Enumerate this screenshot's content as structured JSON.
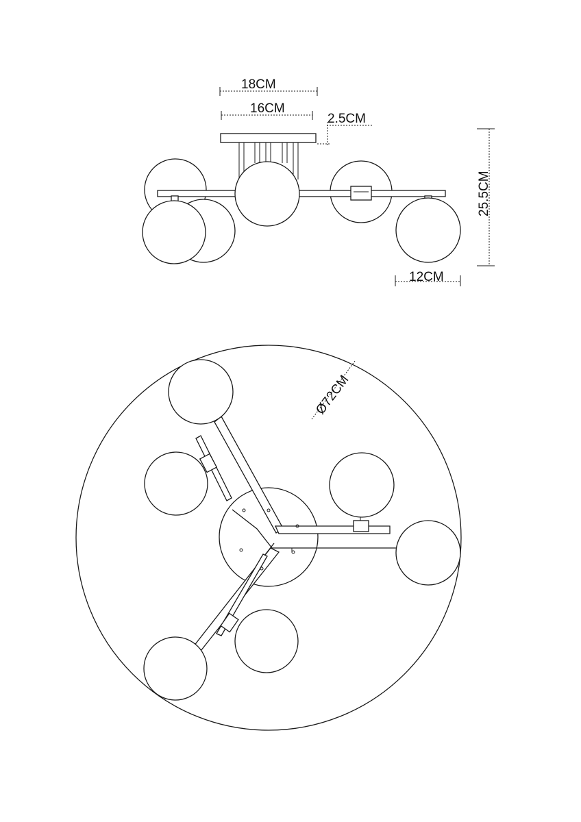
{
  "side_view": {
    "canopy_width_outer": "18CM",
    "canopy_width_inner": "16CM",
    "canopy_height": "2.5CM",
    "total_height": "25.5CM",
    "globe_diameter": "12CM"
  },
  "top_view": {
    "overall_diameter": "Ø72CM"
  }
}
